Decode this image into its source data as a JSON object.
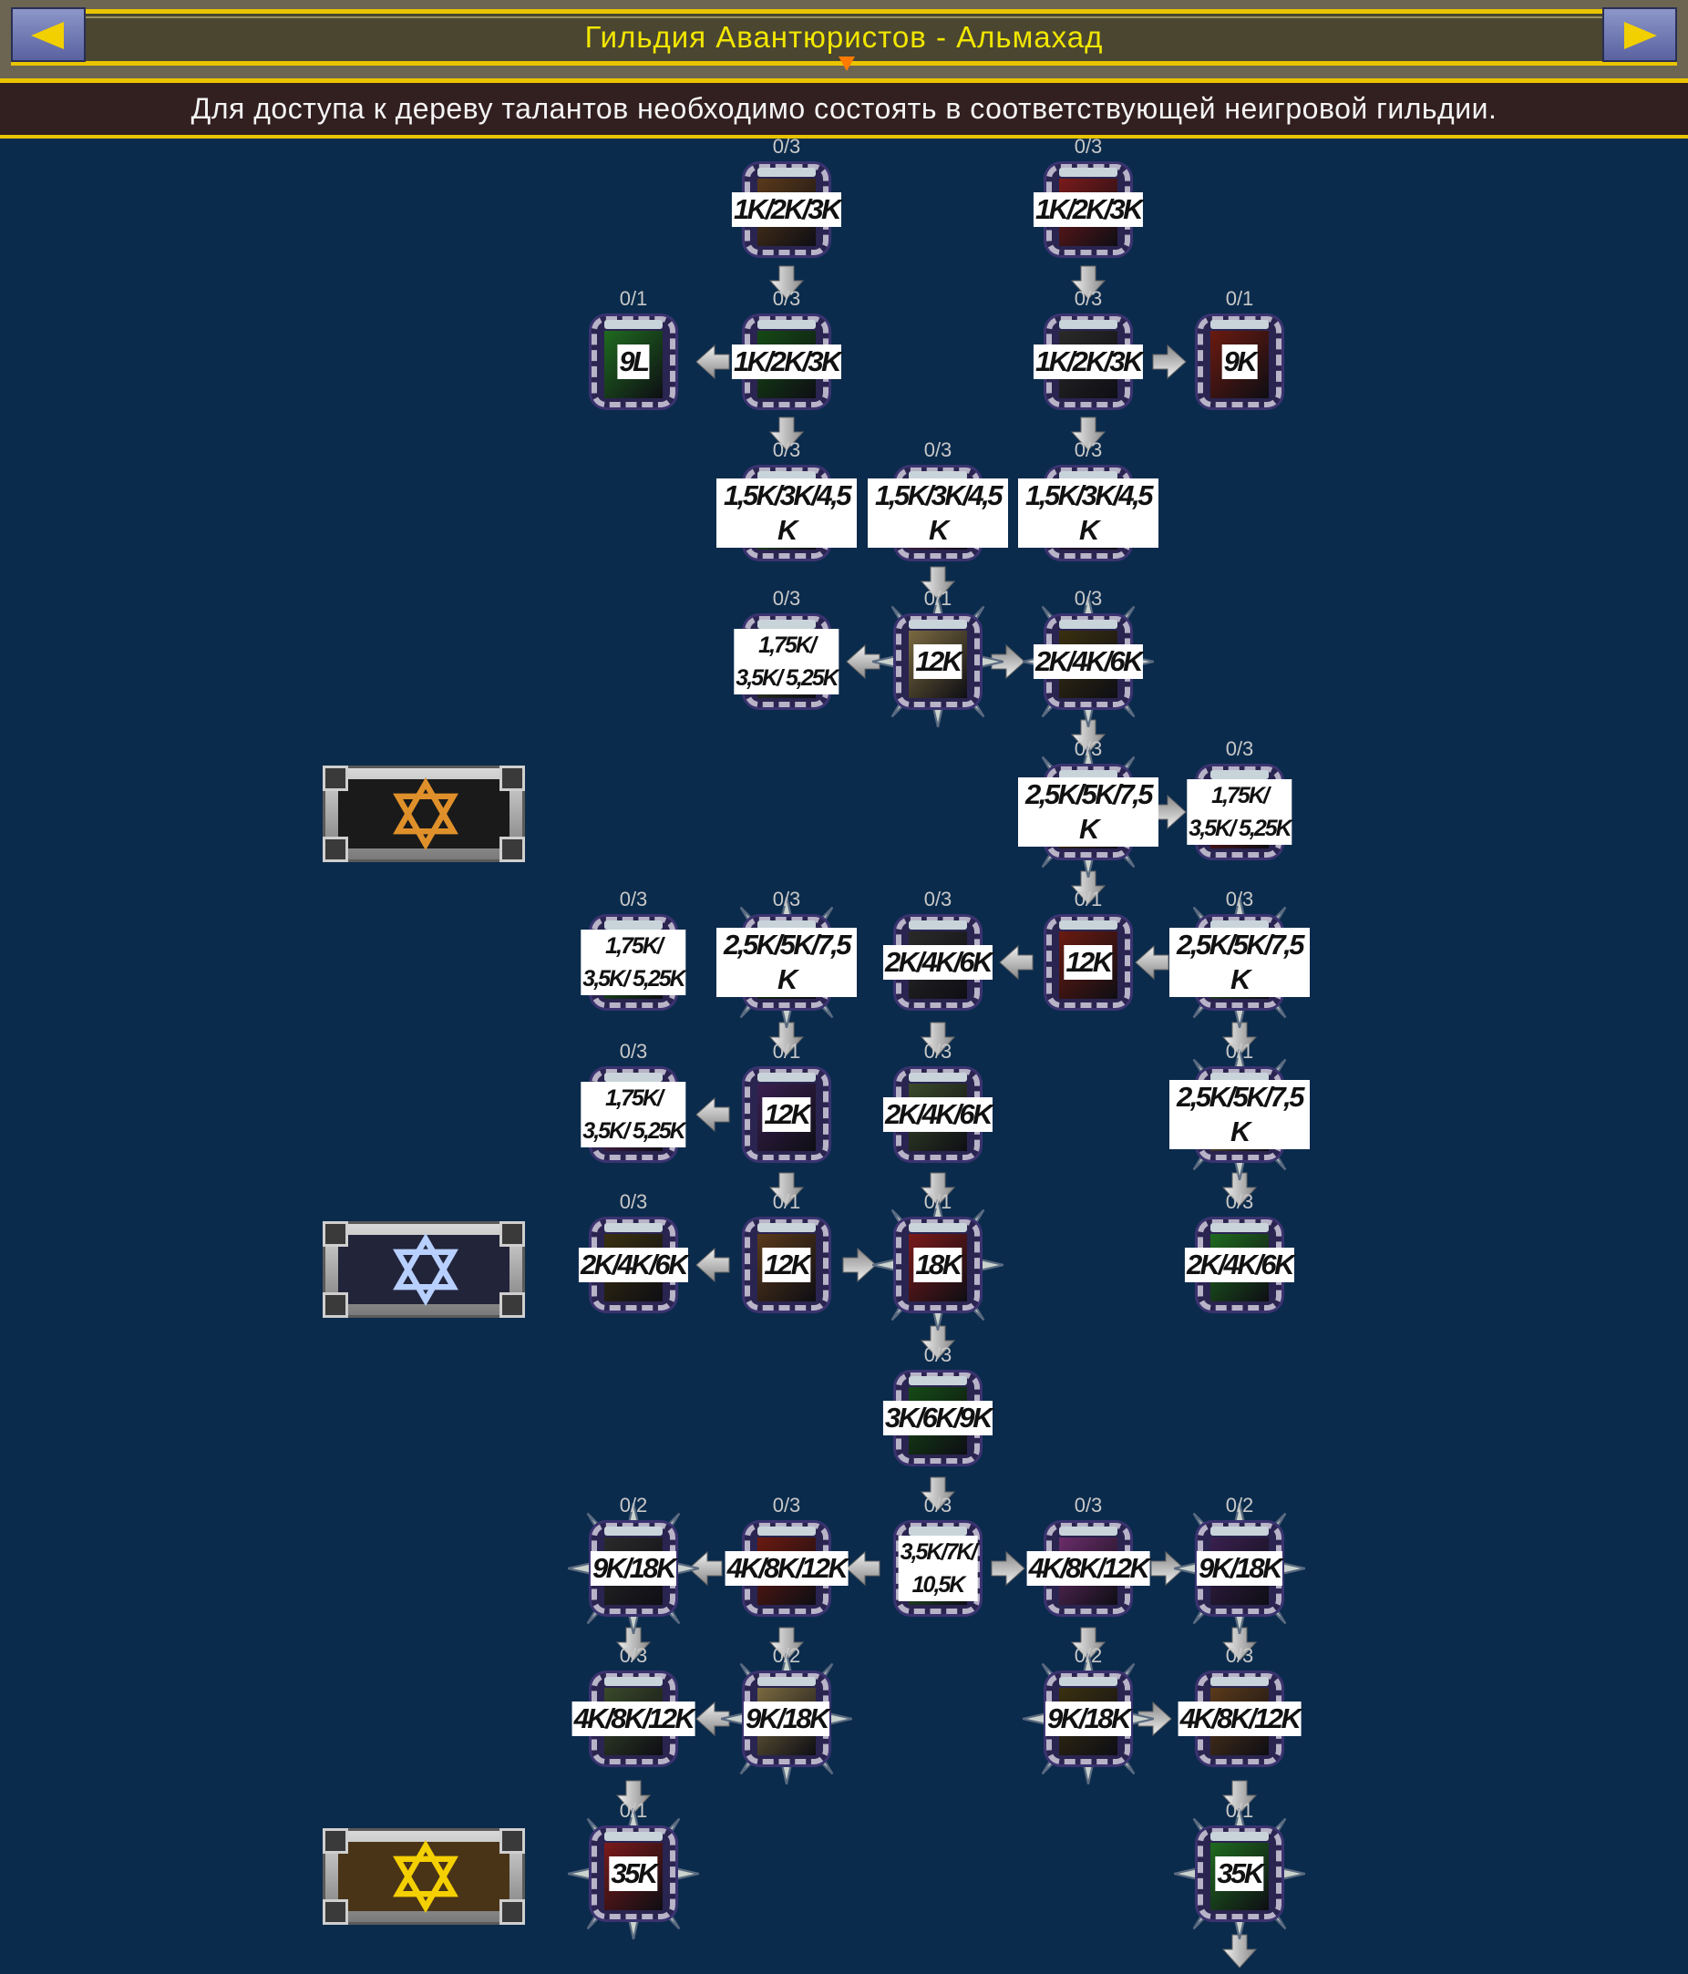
{
  "header": {
    "title": "Гильдия Авантюристов - Альмахад",
    "prev_icon": "arrow-left-icon",
    "next_icon": "arrow-right-icon"
  },
  "notice": "Для доступа к дереву талантов необходимо состоять в соответствующей неигровой гильдии.",
  "colors": {
    "background": "#0b2b4c",
    "title": "#f2e600",
    "gold": "#e9c400"
  },
  "guild_ranks": [
    {
      "name": "rank-badge-bronze",
      "color": "#e0902a"
    },
    {
      "name": "rank-badge-silver",
      "color": "#b8d0ff"
    },
    {
      "name": "rank-badge-gold",
      "color": "#f5d000"
    }
  ],
  "talents": [
    {
      "cost": "1K/2K/3K",
      "rank": "0/3"
    },
    {
      "cost": "1K/2K/3K",
      "rank": "0/3"
    },
    {
      "cost": "9L",
      "rank": "0/1"
    },
    {
      "cost": "1K/2K/3K",
      "rank": "0/3"
    },
    {
      "cost": "1K/2K/3K",
      "rank": "0/3"
    },
    {
      "cost": "9K",
      "rank": "0/1"
    },
    {
      "cost": "1,5K/3K/4,5K",
      "rank": "0/3"
    },
    {
      "cost": "1,5K/3K/4,5K",
      "rank": "0/3"
    },
    {
      "cost": "1,5K/3K/4,5K",
      "rank": "0/3"
    },
    {
      "cost": "1,75K/",
      "cost2": "3,5K/ 5,25K",
      "rank": "0/3"
    },
    {
      "cost": "12K",
      "rank": "0/1"
    },
    {
      "cost": "2K/4K/6K",
      "rank": "0/3"
    },
    {
      "cost": "2,5K/5K/7,5K",
      "rank": "0/3"
    },
    {
      "cost": "1,75K/",
      "cost2": "3,5K/ 5,25K",
      "rank": "0/3"
    },
    {
      "cost": "1,75K/",
      "cost2": "3,5K/ 5,25K",
      "rank": "0/3"
    },
    {
      "cost": "2,5K/5K/7,5K",
      "rank": "0/3"
    },
    {
      "cost": "2K/4K/6K",
      "rank": "0/3"
    },
    {
      "cost": "12K",
      "rank": "0/1"
    },
    {
      "cost": "2,5K/5K/7,5K",
      "rank": "0/3"
    },
    {
      "cost": "1,75K/",
      "cost2": "3,5K/ 5,25K",
      "rank": "0/3"
    },
    {
      "cost": "12K",
      "rank": "0/1"
    },
    {
      "cost": "2K/4K/6K",
      "rank": "0/3"
    },
    {
      "cost": "2,5K/5K/7,5K",
      "rank": "0/1"
    },
    {
      "cost": "2K/4K/6K",
      "rank": "0/3"
    },
    {
      "cost": "12K",
      "rank": "0/1"
    },
    {
      "cost": "18K",
      "rank": "0/1"
    },
    {
      "cost": "2K/4K/6K",
      "rank": "0/3"
    },
    {
      "cost": "3K/6K/9K",
      "rank": "0/3"
    },
    {
      "cost": "9K/18K",
      "rank": "0/2"
    },
    {
      "cost": "4K/8K/12K",
      "rank": "0/3"
    },
    {
      "cost": "3,5K/7K/",
      "cost2": "10,5K",
      "rank": "0/3"
    },
    {
      "cost": "4K/8K/12K",
      "rank": "0/3"
    },
    {
      "cost": "9K/18K",
      "rank": "0/2"
    },
    {
      "cost": "4K/8K/12K",
      "rank": "0/3"
    },
    {
      "cost": "9K/18K",
      "rank": "0/2"
    },
    {
      "cost": "9K/18K",
      "rank": "0/2"
    },
    {
      "cost": "4K/8K/12K",
      "rank": "0/3"
    },
    {
      "cost": "35K",
      "rank": "0/1"
    },
    {
      "cost": "35K",
      "rank": "0/1"
    }
  ]
}
